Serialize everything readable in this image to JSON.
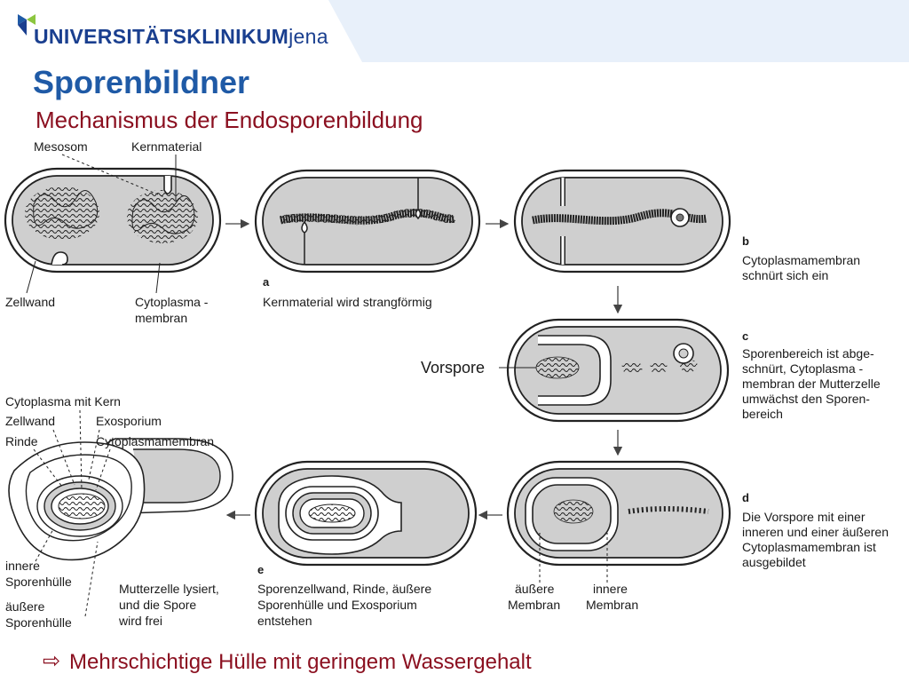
{
  "header": {
    "logo_main": "UNIVERSITÄTSKLINIKUM",
    "logo_city": "jena",
    "title": "Sporenbildner",
    "subtitle": "Mechanismus der Endosporenbildung"
  },
  "colors": {
    "title": "#1f5aa6",
    "subtitle": "#8b1020",
    "logo": "#1a3f8f",
    "header_band": "#e8f0fa"
  },
  "diagram": {
    "labels": {
      "mesosom": "Mesosom",
      "kernmaterial": "Kernmaterial",
      "zellwand": "Zellwand",
      "cytoplasmamembran_1": "Cytoplasma -",
      "cytoplasmamembran_2": "membran",
      "vorspore": "Vorspore",
      "cytoplasma_mit_kern": "Cytoplasma mit Kern",
      "zellwand_2": "Zellwand",
      "exosporium": "Exosporium",
      "rinde": "Rinde",
      "cytoplasmamembran_full": "Cytoplasmamembran",
      "innere_sporenhuelle_1": "innere",
      "innere_sporenhuelle_2": "Sporenhülle",
      "aeussere_sporenhuelle_1": "äußere",
      "aeussere_sporenhuelle_2": "Sporenhülle",
      "aeussere_membran_1": "äußere",
      "aeussere_membran_2": "Membran",
      "innere_membran_1": "innere",
      "innere_membran_2": "Membran"
    },
    "steps": {
      "a_letter": "a",
      "a_text": "Kernmaterial wird strangförmig",
      "b_letter": "b",
      "b_line1": "Cytoplasmamembran",
      "b_line2": "schnürt sich ein",
      "c_letter": "c",
      "c_line1": "Sporenbereich ist abge-",
      "c_line2": "schnürt, Cytoplasma -",
      "c_line3": "membran der Mutterzelle",
      "c_line4": "umwächst den Sporen-",
      "c_line5": "bereich",
      "d_letter": "d",
      "d_line1": "Die Vorspore mit einer",
      "d_line2": "inneren und einer äußeren",
      "d_line3": "Cytoplasmamembran ist",
      "d_line4": "ausgebildet",
      "e_letter": "e",
      "e_line1": "Sporenzellwand, Rinde, äußere",
      "e_line2": "Sporenhülle und Exosporium",
      "e_line3": "entstehen",
      "f_line1": "Mutterzelle lysiert,",
      "f_line2": "und die Spore",
      "f_line3": "wird frei"
    }
  },
  "footer": {
    "arrow_icon": "⇨",
    "text": "Mehrschichtige Hülle mit geringem Wassergehalt"
  }
}
